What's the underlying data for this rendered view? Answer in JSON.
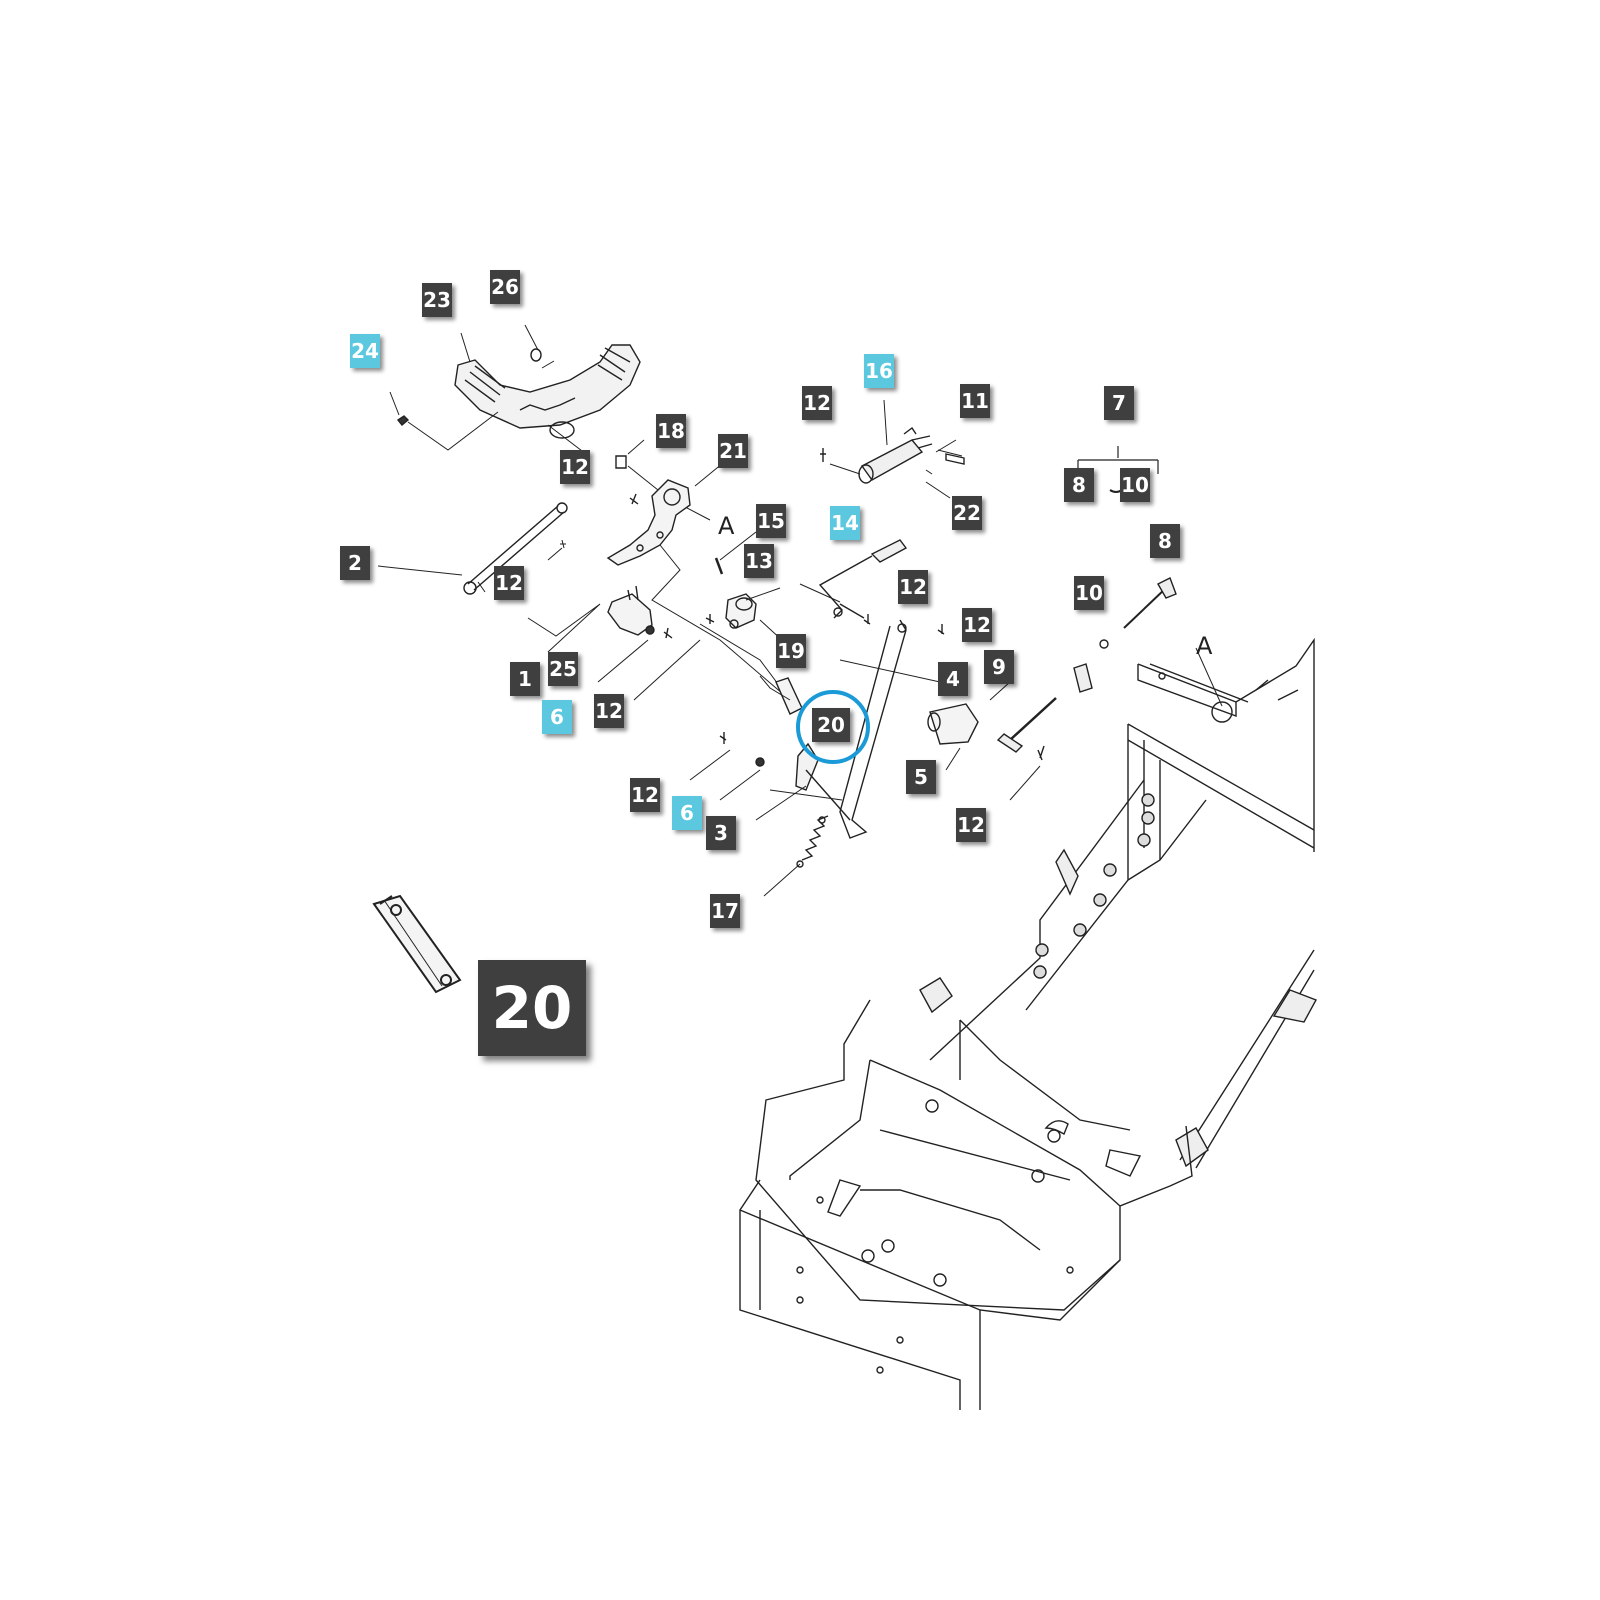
{
  "callouts": {
    "c26": "26",
    "c23": "23",
    "c24": "24",
    "c16": "16",
    "c12a": "12",
    "c11": "11",
    "c7": "7",
    "c18": "18",
    "c21": "21",
    "c12b": "12",
    "c8a": "8",
    "c10a": "10",
    "c15": "15",
    "c14": "14",
    "c22": "22",
    "c8b": "8",
    "c2": "2",
    "c12c": "12",
    "c13": "13",
    "c12d": "12",
    "c12e": "12",
    "c10b": "10",
    "c19": "19",
    "c9": "9",
    "c4": "4",
    "c1": "1",
    "c25": "25",
    "c6a": "6",
    "c12f": "12",
    "c20": "20",
    "c5": "5",
    "c12g": "12",
    "c6b": "6",
    "c3": "3",
    "c12h": "12",
    "c17": "17"
  },
  "letters": {
    "a1": "A",
    "a2": "A",
    "tilde": "~"
  },
  "detail": {
    "label": "20"
  },
  "colors": {
    "callout_dark": "#3f3f3f",
    "callout_highlight": "#5bc8e0",
    "highlight_ring": "#1a9ad6"
  }
}
